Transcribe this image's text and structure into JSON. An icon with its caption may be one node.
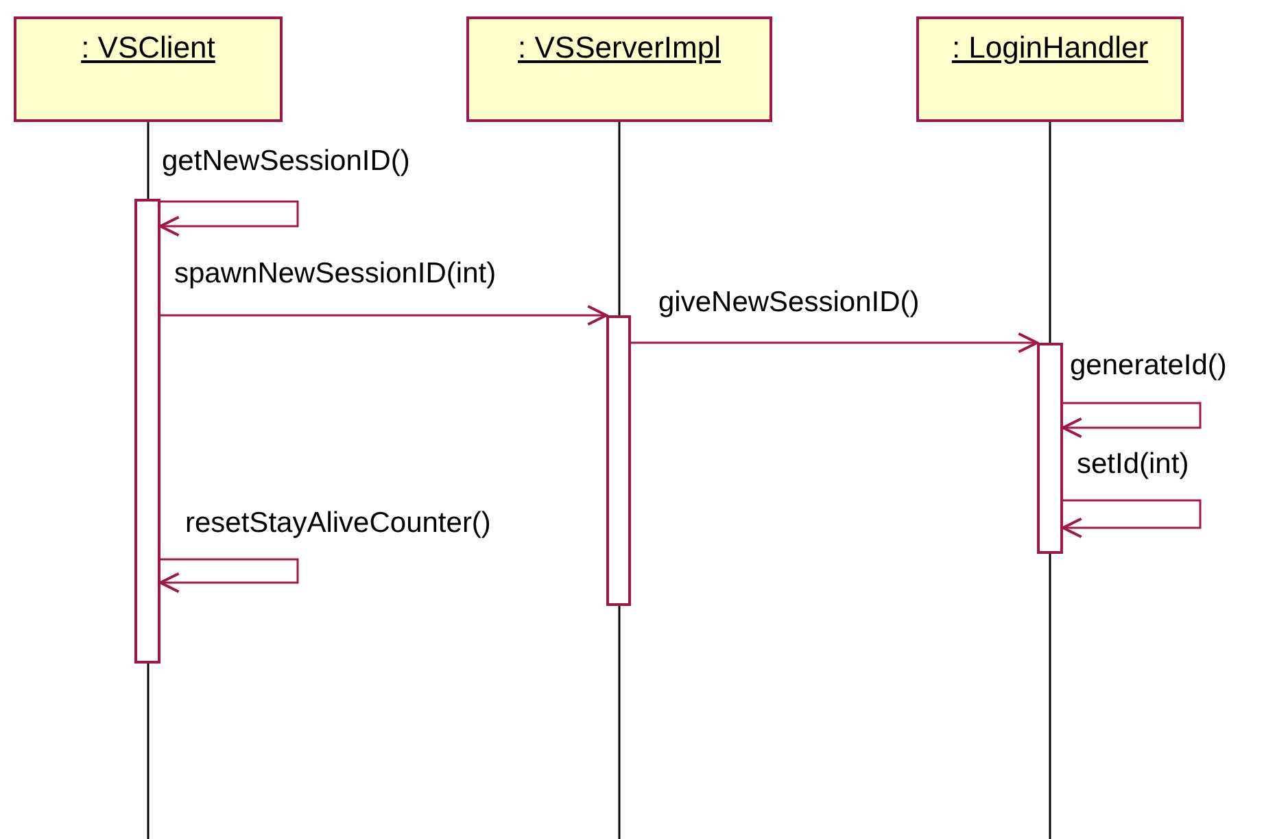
{
  "diagram": {
    "nodes": [
      {
        "text": [
          ": VSClient"
        ]
      },
      {
        "text": [
          ": VSServerImpl"
        ]
      },
      {
        "text": [
          ": LoginHandler"
        ]
      },
      {
        "text": [],
        "shape": "bar"
      },
      {
        "text": [],
        "shape": "bar"
      },
      {
        "text": [],
        "shape": "bar"
      }
    ],
    "edges": [
      {
        "from": 0,
        "to": null,
        "arrow": "none",
        "color": "#000000"
      },
      {
        "from": 1,
        "to": null,
        "arrow": "none",
        "color": "#000000"
      },
      {
        "from": 2,
        "to": null,
        "arrow": "none",
        "color": "#000000"
      },
      {
        "from": 3,
        "to": 3,
        "arrow": "to",
        "label": "getNewSessionID()"
      },
      {
        "from": 3,
        "to": 4,
        "arrow": "to",
        "label": "spawnNewSessionID(int)"
      },
      {
        "from": 4,
        "to": 5,
        "arrow": "to",
        "label": "giveNewSessionID()"
      },
      {
        "from": 5,
        "to": 5,
        "arrow": "to",
        "label": "generateId()"
      },
      {
        "from": 5,
        "to": 5,
        "arrow": "to",
        "label": "setId(int)"
      },
      {
        "from": 3,
        "to": 3,
        "arrow": "to",
        "label": "resetStayAliveCounter()"
      }
    ]
  }
}
